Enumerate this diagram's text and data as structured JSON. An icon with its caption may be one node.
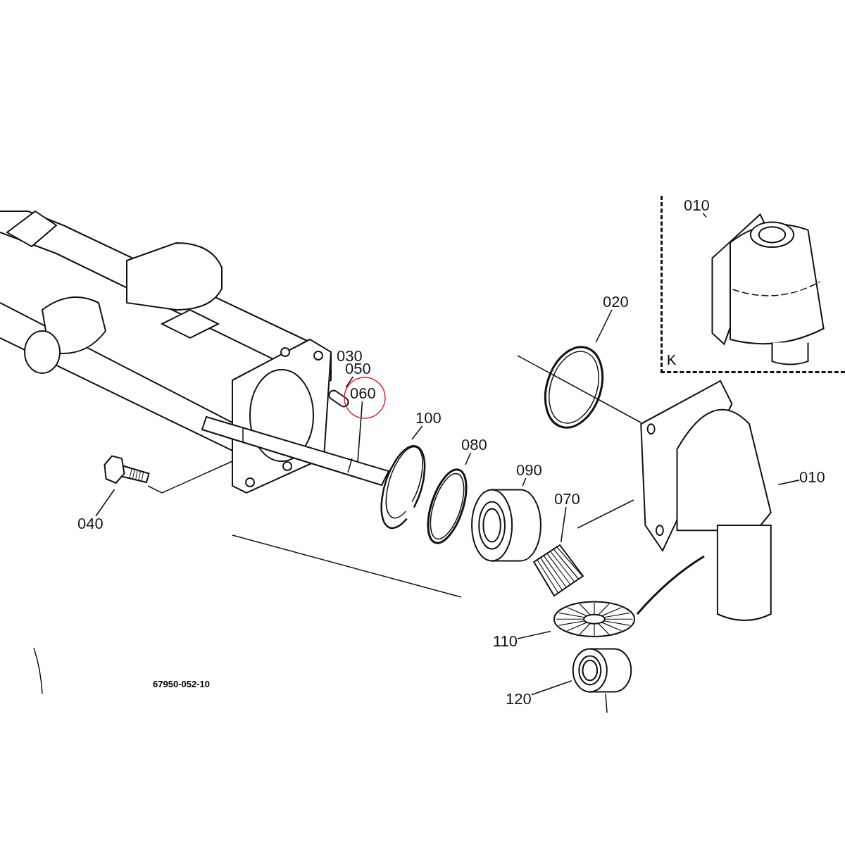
{
  "diagram": {
    "nodes": [
      {
        "text": [
          "K"
        ]
      },
      {
        "text": [
          "010"
        ],
        "in": 0
      },
      {
        "text": [],
        "shape": "picture",
        "in": 0
      },
      {
        "text": [
          "020"
        ]
      },
      {
        "text": [],
        "shape": "picture"
      },
      {
        "text": [
          "050"
        ]
      },
      {
        "text": [],
        "shape": "cylinder"
      },
      {
        "text": [
          "060"
        ]
      },
      {
        "text": [],
        "shape": "picture"
      },
      {
        "text": [
          "100"
        ]
      },
      {
        "text": [],
        "shape": "picture"
      },
      {
        "text": [
          "080"
        ]
      },
      {
        "text": [],
        "shape": "picture"
      },
      {
        "text": [
          "090"
        ]
      },
      {
        "text": [],
        "shape": "cylinder"
      },
      {
        "text": [
          "070"
        ]
      },
      {
        "text": [],
        "shape": "picture"
      },
      {
        "text": [
          "010"
        ]
      },
      {
        "text": [],
        "shape": "picture"
      },
      {
        "text": [
          "040"
        ]
      },
      {
        "text": [],
        "shape": "picture"
      },
      {
        "text": [
          "110"
        ]
      },
      {
        "text": [],
        "shape": "picture"
      },
      {
        "text": [
          "120"
        ]
      },
      {
        "text": [],
        "shape": "cylinder"
      }
    ],
    "edges": [
      {
        "from": 1,
        "to": 2,
        "arrow": "none"
      },
      {
        "from": 3,
        "to": 4,
        "arrow": "none"
      },
      {
        "from": 5,
        "to": 6,
        "arrow": "none"
      },
      {
        "from": 7,
        "to": 8,
        "arrow": "none"
      },
      {
        "from": 9,
        "to": 10,
        "arrow": "none"
      },
      {
        "from": 11,
        "to": 12,
        "arrow": "none"
      },
      {
        "from": 13,
        "to": 14,
        "arrow": "none"
      },
      {
        "from": 15,
        "to": 16,
        "arrow": "none"
      },
      {
        "from": 17,
        "to": 18,
        "arrow": "none"
      },
      {
        "from": 19,
        "to": 20,
        "arrow": "none"
      },
      {
        "from": 21,
        "to": 22,
        "arrow": "none"
      },
      {
        "from": 23,
        "to": 24,
        "arrow": "none"
      }
    ],
    "labels": [
      "030",
      "67950-052-10"
    ]
  }
}
